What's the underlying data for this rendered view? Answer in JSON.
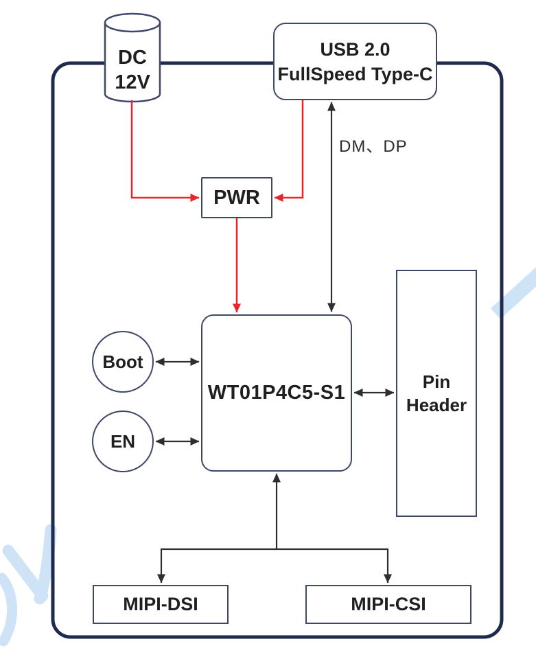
{
  "nodes": {
    "dc": {
      "line1": "DC",
      "line2": "12V"
    },
    "usb": {
      "line1": "USB 2.0",
      "line2": "FullSpeed Type-C"
    },
    "pwr": {
      "label": "PWR"
    },
    "chip": {
      "label": "WT01P4C5-S1"
    },
    "boot": {
      "label": "Boot"
    },
    "en": {
      "label": "EN"
    },
    "pin_header": {
      "line1": "Pin",
      "line2": "Header"
    },
    "mipi_dsi": {
      "label": "MIPI-DSI"
    },
    "mipi_csi": {
      "label": "MIPI-CSI"
    }
  },
  "labels": {
    "usb_data": "DM、DP"
  },
  "colors": {
    "frame": "#1f2a4e",
    "node_border": "#3f4766",
    "signal": "#2e2e2e",
    "power": "#e8252a",
    "watermark": "#cfe3f7",
    "text": "#1f1f1f"
  }
}
